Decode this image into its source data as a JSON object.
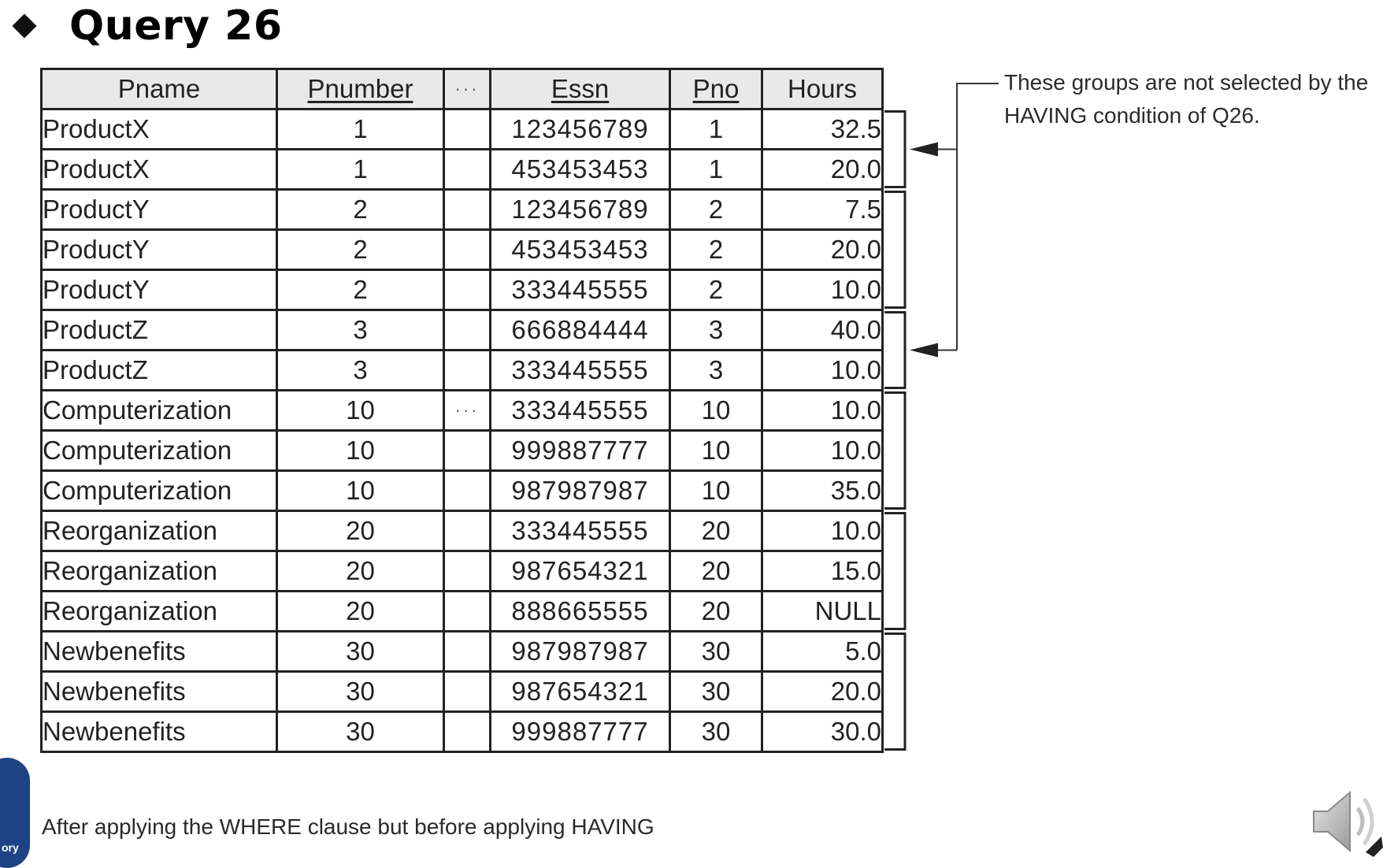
{
  "slide": {
    "title": "Query 26",
    "annotation": "These groups are not selected by the HAVING condition of Q26.",
    "caption": "After applying the WHERE clause but before applying HAVING",
    "logo_text": "ory"
  },
  "table": {
    "headers": [
      "Pname",
      "Pnumber",
      "···",
      "Essn",
      "Pno",
      "Hours"
    ],
    "ellipsis": "···",
    "rows": [
      [
        "ProductX",
        "1",
        "",
        "123456789",
        "1",
        "32.5"
      ],
      [
        "ProductX",
        "1",
        "",
        "453453453",
        "1",
        "20.0"
      ],
      [
        "ProductY",
        "2",
        "",
        "123456789",
        "2",
        "7.5"
      ],
      [
        "ProductY",
        "2",
        "",
        "453453453",
        "2",
        "20.0"
      ],
      [
        "ProductY",
        "2",
        "",
        "333445555",
        "2",
        "10.0"
      ],
      [
        "ProductZ",
        "3",
        "",
        "666884444",
        "3",
        "40.0"
      ],
      [
        "ProductZ",
        "3",
        "",
        "333445555",
        "3",
        "10.0"
      ],
      [
        "Computerization",
        "10",
        "···",
        "333445555",
        "10",
        "10.0"
      ],
      [
        "Computerization",
        "10",
        "",
        "999887777",
        "10",
        "10.0"
      ],
      [
        "Computerization",
        "10",
        "",
        "987987987",
        "10",
        "35.0"
      ],
      [
        "Reorganization",
        "20",
        "",
        "333445555",
        "20",
        "10.0"
      ],
      [
        "Reorganization",
        "20",
        "",
        "987654321",
        "20",
        "15.0"
      ],
      [
        "Reorganization",
        "20",
        "",
        "888665555",
        "20",
        "NULL"
      ],
      [
        "Newbenefits",
        "30",
        "",
        "987987987",
        "30",
        "5.0"
      ],
      [
        "Newbenefits",
        "30",
        "",
        "987654321",
        "30",
        "20.0"
      ],
      [
        "Newbenefits",
        "30",
        "",
        "999887777",
        "30",
        "30.0"
      ]
    ]
  },
  "icons": {
    "bullet": "diamond-bullet-icon",
    "speaker": "speaker-icon"
  }
}
